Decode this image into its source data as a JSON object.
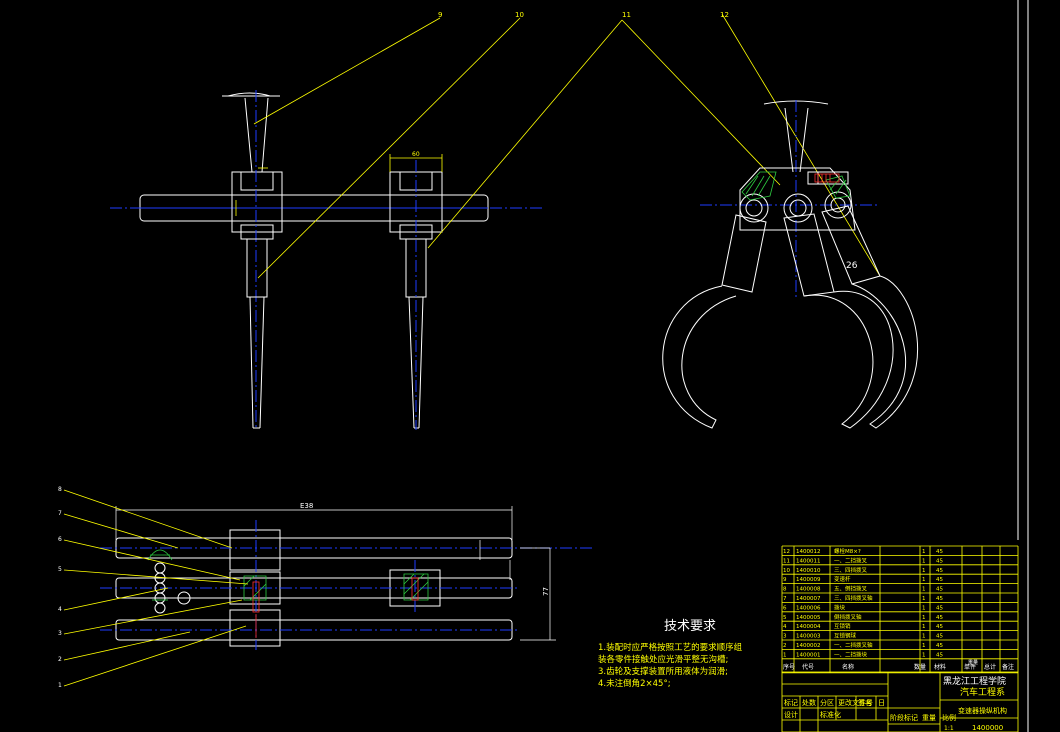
{
  "colors": {
    "background": "#000000",
    "outline": "#ffffff",
    "leader": "#ffff00",
    "centerline": "#1e3cff",
    "hatch": "#2ecc40",
    "accent_red": "#ff3030"
  },
  "top_view_labels": {
    "balloon_a": "9",
    "balloon_b": "10",
    "balloon_c": "11",
    "balloon_d": "12",
    "dim_top": "60",
    "dim_angle": "26"
  },
  "front_view_labels": {
    "overall_length": "E38",
    "height": "77",
    "balloons": [
      "8",
      "7",
      "6",
      "5",
      "4",
      "3",
      "2",
      "1"
    ]
  },
  "tech_requirements": {
    "title": "技术要求",
    "lines": [
      "1.装配时应严格按照工艺的要求顺序组",
      "  装各零件接触处应光滑平整无沟槽;",
      "3.齿轮及支撑装置所用液体为润滑;",
      "4.未注倒角2×45°;"
    ]
  },
  "parts_list": {
    "rows": [
      {
        "no": "12",
        "code": "1400012",
        "name": "螺栓M8×?",
        "qty": "1",
        "mat": "45"
      },
      {
        "no": "11",
        "code": "1400011",
        "name": "一、二挡拨叉",
        "qty": "1",
        "mat": "45"
      },
      {
        "no": "10",
        "code": "1400010",
        "name": "三、四挡拨叉",
        "qty": "1",
        "mat": "45"
      },
      {
        "no": "9",
        "code": "1400009",
        "name": "变速杆",
        "qty": "1",
        "mat": "45"
      },
      {
        "no": "8",
        "code": "1400008",
        "name": "五、倒挡拨叉",
        "qty": "1",
        "mat": "45"
      },
      {
        "no": "7",
        "code": "1400007",
        "name": "三、四挡拨叉轴",
        "qty": "1",
        "mat": "45"
      },
      {
        "no": "6",
        "code": "1400006",
        "name": "拨块",
        "qty": "1",
        "mat": "45"
      },
      {
        "no": "5",
        "code": "1400005",
        "name": "倒挡拨叉轴",
        "qty": "1",
        "mat": "45"
      },
      {
        "no": "4",
        "code": "1400004",
        "name": "互锁销",
        "qty": "1",
        "mat": "45"
      },
      {
        "no": "3",
        "code": "1400003",
        "name": "互锁钢球",
        "qty": "1",
        "mat": "45"
      },
      {
        "no": "2",
        "code": "1400002",
        "name": "一、二挡拨叉轴",
        "qty": "1",
        "mat": "45"
      },
      {
        "no": "1",
        "code": "1400001",
        "name": "一、二挡拨块",
        "qty": "1",
        "mat": "45"
      }
    ],
    "header": [
      "序号",
      "代号",
      "名称",
      "数量",
      "材料",
      "单件",
      "总计",
      "备注"
    ],
    "header_extra": "重量"
  },
  "title_block": {
    "institute": "黑龙江工程学院",
    "department": "汽车工程系",
    "drawing_name": "变速器操纵机构",
    "drawing_number": "1400000",
    "scale": "1:1",
    "row_labels": [
      "标记",
      "处数",
      "分区",
      "更改文件号",
      "签名",
      "日"
    ],
    "designer": "设计",
    "standard": "标准化",
    "stage": "阶段标记",
    "weight": "重量",
    "scale_label": "比例"
  }
}
